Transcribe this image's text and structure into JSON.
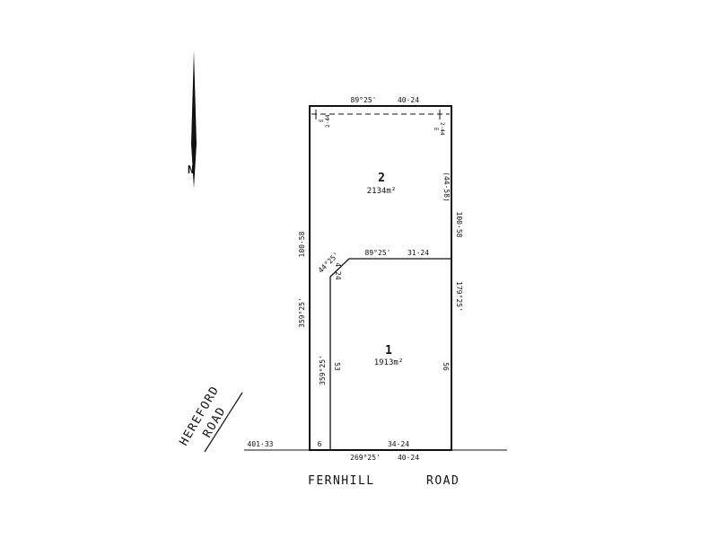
{
  "north_arrow": {
    "label": "N"
  },
  "lots": [
    {
      "number": "2",
      "area": "2134m²"
    },
    {
      "number": "1",
      "area": "1913m²"
    }
  ],
  "roads": {
    "main": [
      "FERNHILL",
      "ROAD"
    ],
    "side": [
      "HEREFORD",
      "ROAD"
    ]
  },
  "dimensions": {
    "top_bearing": "89°25'",
    "top_length": "40·24",
    "left_bearing": "359°25'",
    "left_length": "100·58",
    "right_bearing": "179°25'",
    "right_length": "100·58",
    "right_partial": "(44·58)",
    "right_lot1": "56",
    "inner_top_bearing": "89°25'",
    "inner_top_length": "31·24",
    "corner_bearing": "44°25'",
    "corner_length": "4·24",
    "inner_left_bearing": "359°25'",
    "inner_left_length": "53",
    "bottom_bearing": "269°25'",
    "bottom_length": "40·24",
    "bottom_lot1": "34·24",
    "bottom_strip": "6",
    "frontage_left": "401·33"
  },
  "easements": {
    "left": {
      "label": "E",
      "width": "2·44"
    },
    "right": {
      "label": "E",
      "width": "2·44"
    }
  }
}
